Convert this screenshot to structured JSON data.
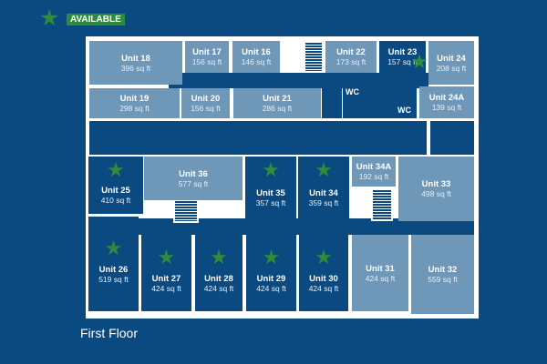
{
  "legend": {
    "icon": "star-icon",
    "label": "AVAILABLE",
    "color": "#2e8b3c"
  },
  "floor_title": "First Floor",
  "colors": {
    "background": "#0b4a80",
    "occupied": "#6f97b8",
    "available": "#0b4a80",
    "star": "#2e8b3c"
  },
  "wc_labels": [
    "WC",
    "WC"
  ],
  "units": [
    {
      "name": "Unit 18",
      "area": "396 sq ft",
      "available": false
    },
    {
      "name": "Unit 17",
      "area": "156 sq ft",
      "available": false
    },
    {
      "name": "Unit 16",
      "area": "146 sq ft",
      "available": false
    },
    {
      "name": "Unit 22",
      "area": "173 sq ft",
      "available": false
    },
    {
      "name": "Unit 23",
      "area": "157 sq ft",
      "available": true
    },
    {
      "name": "Unit 24",
      "area": "208 sq ft",
      "available": false
    },
    {
      "name": "Unit 19",
      "area": "298 sq ft",
      "available": false
    },
    {
      "name": "Unit 20",
      "area": "156 sq ft",
      "available": false
    },
    {
      "name": "Unit 21",
      "area": "286 sq ft",
      "available": false
    },
    {
      "name": "Unit 24A",
      "area": "139 sq ft",
      "available": false
    },
    {
      "name": "Unit 25",
      "area": "410 sq ft",
      "available": true
    },
    {
      "name": "Unit 36",
      "area": "577 sq ft",
      "available": false
    },
    {
      "name": "Unit 35",
      "area": "357 sq ft",
      "available": true
    },
    {
      "name": "Unit 34",
      "area": "359 sq ft",
      "available": true
    },
    {
      "name": "Unit 34A",
      "area": "192 sq ft",
      "available": false
    },
    {
      "name": "Unit 33",
      "area": "498 sq ft",
      "available": false
    },
    {
      "name": "Unit 26",
      "area": "519 sq ft",
      "available": true
    },
    {
      "name": "Unit 27",
      "area": "424 sq ft",
      "available": true
    },
    {
      "name": "Unit 28",
      "area": "424 sq ft",
      "available": true
    },
    {
      "name": "Unit 29",
      "area": "424 sq ft",
      "available": true
    },
    {
      "name": "Unit 30",
      "area": "424 sq ft",
      "available": true
    },
    {
      "name": "Unit 31",
      "area": "424 sq ft",
      "available": false
    },
    {
      "name": "Unit 32",
      "area": "559 sq ft",
      "available": false
    }
  ]
}
